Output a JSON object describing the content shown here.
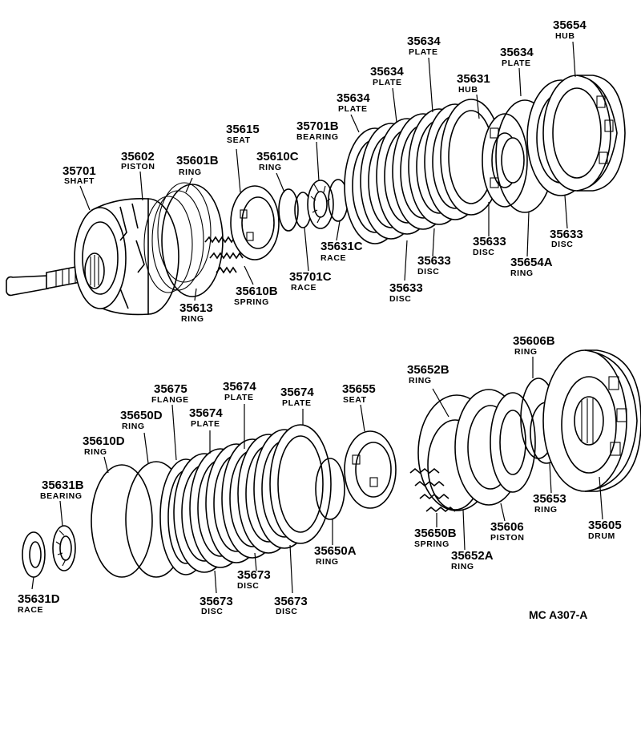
{
  "diagram": {
    "reference_code": "MC  A307-A",
    "parts": [
      {
        "id": "p35701",
        "number": "35701",
        "name": "SHAFT"
      },
      {
        "id": "p35602",
        "number": "35602",
        "name": "PISTON"
      },
      {
        "id": "p35601B",
        "number": "35601B",
        "name": "RING"
      },
      {
        "id": "p35615",
        "number": "35615",
        "name": "SEAT"
      },
      {
        "id": "p35610C",
        "number": "35610C",
        "name": "RING"
      },
      {
        "id": "p35701B",
        "number": "35701B",
        "name": "BEARING"
      },
      {
        "id": "p35634a",
        "number": "35634",
        "name": "PLATE"
      },
      {
        "id": "p35634b",
        "number": "35634",
        "name": "PLATE"
      },
      {
        "id": "p35634c",
        "number": "35634",
        "name": "PLATE"
      },
      {
        "id": "p35634d",
        "number": "35634",
        "name": "PLATE"
      },
      {
        "id": "p35631",
        "number": "35631",
        "name": "HUB"
      },
      {
        "id": "p35654",
        "number": "35654",
        "name": "HUB"
      },
      {
        "id": "p35613",
        "number": "35613",
        "name": "RING"
      },
      {
        "id": "p35610B",
        "number": "35610B",
        "name": "SPRING"
      },
      {
        "id": "p35701C",
        "number": "35701C",
        "name": "RACE"
      },
      {
        "id": "p35631C",
        "number": "35631C",
        "name": "RACE"
      },
      {
        "id": "p35633a",
        "number": "35633",
        "name": "DISC"
      },
      {
        "id": "p35633b",
        "number": "35633",
        "name": "DISC"
      },
      {
        "id": "p35633c",
        "number": "35633",
        "name": "DISC"
      },
      {
        "id": "p35633d",
        "number": "35633",
        "name": "DISC"
      },
      {
        "id": "p35654A",
        "number": "35654A",
        "name": "RING"
      },
      {
        "id": "p35675",
        "number": "35675",
        "name": "FLANGE"
      },
      {
        "id": "p35674a",
        "number": "35674",
        "name": "PLATE"
      },
      {
        "id": "p35674b",
        "number": "35674",
        "name": "PLATE"
      },
      {
        "id": "p35674c",
        "number": "35674",
        "name": "PLATE"
      },
      {
        "id": "p35655",
        "number": "35655",
        "name": "SEAT"
      },
      {
        "id": "p35652B",
        "number": "35652B",
        "name": "RING"
      },
      {
        "id": "p35606B",
        "number": "35606B",
        "name": "RING"
      },
      {
        "id": "p35650D",
        "number": "35650D",
        "name": "RING"
      },
      {
        "id": "p35610D",
        "number": "35610D",
        "name": "RING"
      },
      {
        "id": "p35631B",
        "number": "35631B",
        "name": "BEARING"
      },
      {
        "id": "p35631D",
        "number": "35631D",
        "name": "RACE"
      },
      {
        "id": "p35673a",
        "number": "35673",
        "name": "DISC"
      },
      {
        "id": "p35673b",
        "number": "35673",
        "name": "DISC"
      },
      {
        "id": "p35673c",
        "number": "35673",
        "name": "DISC"
      },
      {
        "id": "p35650A",
        "number": "35650A",
        "name": "RING"
      },
      {
        "id": "p35650B",
        "number": "35650B",
        "name": "SPRING"
      },
      {
        "id": "p35652A",
        "number": "35652A",
        "name": "RING"
      },
      {
        "id": "p35606",
        "number": "35606",
        "name": "PISTON"
      },
      {
        "id": "p35653",
        "number": "35653",
        "name": "RING"
      },
      {
        "id": "p35605",
        "number": "35605",
        "name": "DRUM"
      }
    ]
  }
}
